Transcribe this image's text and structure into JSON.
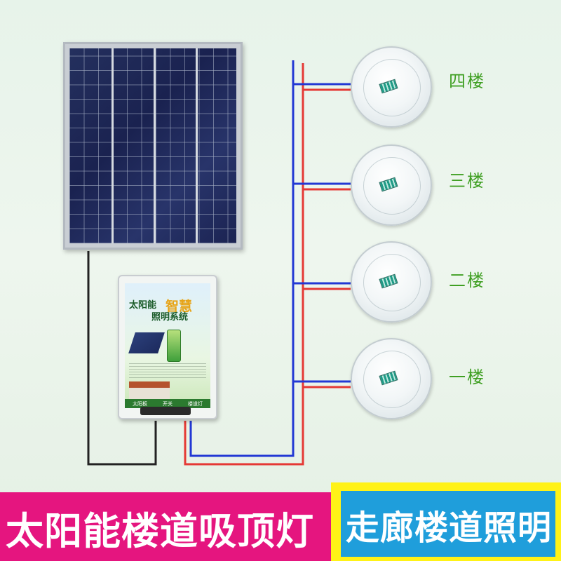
{
  "controller": {
    "title_a": "太阳能",
    "title_b": "智慧",
    "title_c": "照明系统",
    "labels": [
      "太阳板",
      "开关",
      "楼道灯"
    ]
  },
  "floors": [
    {
      "label": "四楼"
    },
    {
      "label": "三楼"
    },
    {
      "label": "二楼"
    },
    {
      "label": "一楼"
    }
  ],
  "banner": {
    "left_text": "太阳能楼道吸顶灯",
    "right_text": "走廊楼道照明"
  },
  "colors": {
    "banner_left": "#e5157f",
    "banner_right_border": "#fff217",
    "banner_right": "#1f9edb",
    "floor_label": "#3f9f22",
    "wire_positive": "#e53935",
    "wire_negative": "#2238d4",
    "wire_panel": "#222222"
  }
}
